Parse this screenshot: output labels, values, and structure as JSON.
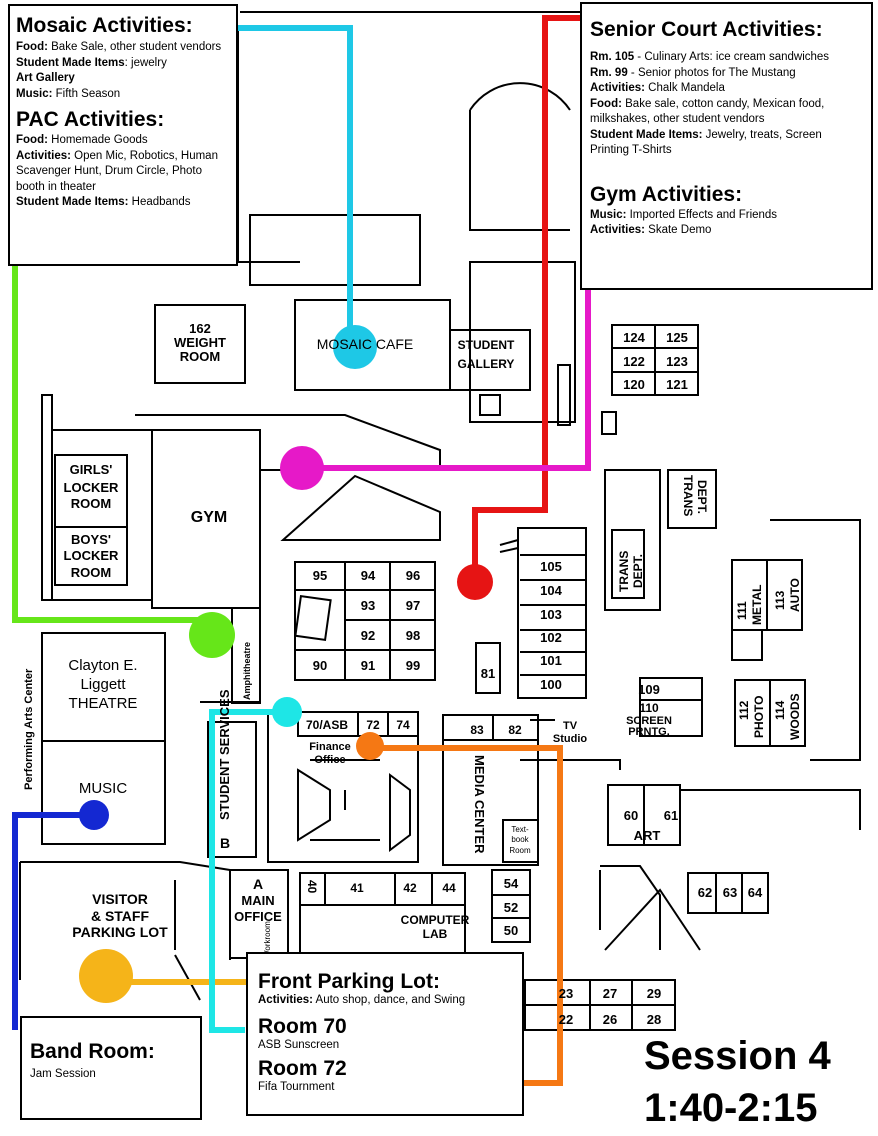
{
  "map": {
    "rooms": {
      "weight": "162",
      "weight_name": "WEIGHT",
      "weight_name2": "ROOM",
      "mosaic_cafe": "MOSAIC CAFE",
      "student_gallery": "STUDENT",
      "student_gallery2": "GALLERY",
      "girls_locker": "GIRLS'",
      "girls_locker2": "LOCKER",
      "girls_locker3": "ROOM",
      "boys_locker": "BOYS'",
      "boys_locker2": "LOCKER",
      "boys_locker3": "ROOM",
      "gym": "GYM",
      "theatre": "Clayton E.",
      "theatre2": "Liggett",
      "theatre3": "THEATRE",
      "music": "MUSIC",
      "performing_arts": "Performing Arts Center",
      "amphitheatre": "Amphitheatre",
      "parking": "VISITOR",
      "parking2": "& STAFF",
      "parking3": "PARKING LOT",
      "student_services": "STUDENT SERVICES",
      "b": "B",
      "a": "A",
      "main_office": "MAIN",
      "main_office2": "OFFICE",
      "workroom": "Workroom",
      "r70": "70/ASB",
      "r72": "72",
      "r74": "74",
      "finance": "Finance",
      "finance2": "Office",
      "r83": "83",
      "r82": "82",
      "tv": "TV",
      "tv2": "Studio",
      "media": "MEDIA CENTER",
      "textbook": "Text-",
      "textbook2": "book",
      "textbook3": "Room",
      "r40": "40",
      "r41": "41",
      "r42": "42",
      "r44": "44",
      "computer_lab": "COMPUTER",
      "computer_lab2": "LAB",
      "r54": "54",
      "r52": "52",
      "r50": "50",
      "r23": "23",
      "r27": "27",
      "r29": "29",
      "r22": "22",
      "r26": "26",
      "r28": "28",
      "r95": "95",
      "r94": "94",
      "r96": "96",
      "r93": "93",
      "r97": "97",
      "r92": "92",
      "r98": "98",
      "r90": "90",
      "r91": "91",
      "r99": "99",
      "r81": "81",
      "r105": "105",
      "r104": "104",
      "r103": "103",
      "r102": "102",
      "r101": "101",
      "r100": "100",
      "r124": "124",
      "r125": "125",
      "r122": "122",
      "r123": "123",
      "r120": "120",
      "r121": "121",
      "trans1": "TRANS",
      "trans1b": "DEPT.",
      "trans2": "TRANS",
      "trans2b": "DEPT.",
      "r111": "111",
      "metal": "METAL",
      "r113": "113",
      "auto": "AUTO",
      "r109": "109",
      "r110": "110",
      "screen": "SCREEN",
      "prntg": "PRNTG.",
      "r112": "112",
      "photo": "PHOTO",
      "r114": "114",
      "woods": "WOODS",
      "r60": "60",
      "r61": "61",
      "art": "ART",
      "r62": "62",
      "r63": "63",
      "r64": "64"
    },
    "colors": {
      "mosaic_line": "#1ec8e6",
      "senior_line": "#e61414",
      "gym_line": "#e619c8",
      "pac_line": "#66e619",
      "band_line": "#1428d2",
      "front_line": "#f5b419",
      "room70_line": "#1ee6e6",
      "room72_line": "#f57814"
    }
  },
  "mosaic": {
    "title": "Mosaic Activities:",
    "lines": [
      {
        "k": "Food:",
        "v": " Bake Sale, other student vendors"
      },
      {
        "k": "Student Made Items",
        "v": ": jewelry"
      },
      {
        "k": "Art Gallery",
        "v": ""
      },
      {
        "k": "Music:",
        "v": " Fifth Season"
      }
    ]
  },
  "pac": {
    "title": "PAC Activities:",
    "lines": [
      {
        "k": "Food:",
        "v": " Homemade Goods"
      },
      {
        "k": "Activities:",
        "v": " Open Mic, Robotics, Human"
      },
      {
        "k": "",
        "v": "Scavenger Hunt, Drum Circle, Photo"
      },
      {
        "k": "",
        "v": "booth in theater"
      },
      {
        "k": "Student Made Items:",
        "v": " Headbands"
      }
    ]
  },
  "senior": {
    "title": "Senior Court Activities:",
    "lines": [
      {
        "k": "Rm. 105",
        "v": " - Culinary Arts: ice cream sandwiches"
      },
      {
        "k": "Rm. 99",
        "v": " - Senior photos for The Mustang"
      },
      {
        "k": "Activities:",
        "v": " Chalk Mandela"
      },
      {
        "k": "Food:",
        "v": " Bake sale, cotton candy, Mexican food,"
      },
      {
        "k": "",
        "v": "milkshakes, other student vendors"
      },
      {
        "k": "Student Made Items:",
        "v": " Jewelry, treats, Screen"
      },
      {
        "k": "",
        "v": "Printing T-Shirts"
      }
    ]
  },
  "gym": {
    "title": "Gym Activities:",
    "lines": [
      {
        "k": "Music:",
        "v": " Imported Effects and Friends"
      },
      {
        "k": "Activities:",
        "v": " Skate Demo"
      }
    ]
  },
  "front": {
    "title": "Front Parking Lot:",
    "activities_k": "Activities:",
    "activities_v": " Auto shop, dance, and Swing",
    "room70_title": "Room 70",
    "room70_desc": "ASB Sunscreen",
    "room72_title": "Room 72",
    "room72_desc": "Fifa Tournment"
  },
  "band": {
    "title": "Band Room:",
    "desc": "Jam Session"
  },
  "session": {
    "title": "Session 4",
    "time": "1:40-2:15"
  }
}
